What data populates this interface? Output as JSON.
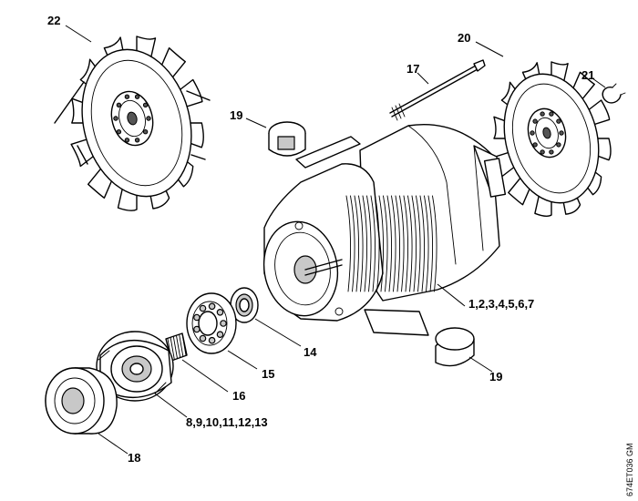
{
  "diagram": {
    "drawing_code": "674ET036 GM",
    "labels": [
      {
        "id": "22",
        "text": "22"
      },
      {
        "id": "20",
        "text": "20"
      },
      {
        "id": "17",
        "text": "17"
      },
      {
        "id": "21",
        "text": "21"
      },
      {
        "id": "19a",
        "text": "19"
      },
      {
        "id": "motor",
        "text": "1,2,3,4,5,6,7"
      },
      {
        "id": "14",
        "text": "14"
      },
      {
        "id": "15",
        "text": "15"
      },
      {
        "id": "16",
        "text": "16"
      },
      {
        "id": "19b",
        "text": "19"
      },
      {
        "id": "clutch",
        "text": "8,9,10,11,12,13"
      },
      {
        "id": "18",
        "text": "18"
      }
    ]
  }
}
